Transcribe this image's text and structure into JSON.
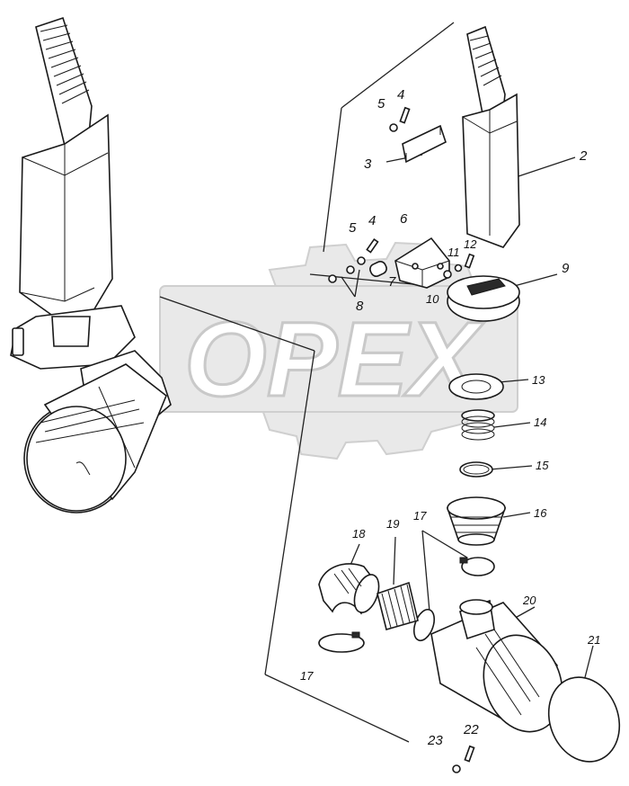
{
  "watermark": {
    "text": "OPEX"
  },
  "callouts": [
    {
      "id": "c1",
      "text": "2"
    },
    {
      "id": "c2",
      "text": "3"
    },
    {
      "id": "c3",
      "text": "4"
    },
    {
      "id": "c4",
      "text": "5"
    },
    {
      "id": "c5",
      "text": "4"
    },
    {
      "id": "c6",
      "text": "5"
    },
    {
      "id": "c7",
      "text": "6"
    },
    {
      "id": "c8",
      "text": "7"
    },
    {
      "id": "c9",
      "text": "8"
    },
    {
      "id": "c10",
      "text": "9"
    },
    {
      "id": "c11",
      "text": "10"
    },
    {
      "id": "c12",
      "text": "11"
    },
    {
      "id": "c13",
      "text": "12"
    },
    {
      "id": "c14",
      "text": "13"
    },
    {
      "id": "c15",
      "text": "14"
    },
    {
      "id": "c16",
      "text": "15"
    },
    {
      "id": "c17",
      "text": "16"
    },
    {
      "id": "c18",
      "text": "17"
    },
    {
      "id": "c19",
      "text": "18"
    },
    {
      "id": "c20",
      "text": "19"
    },
    {
      "id": "c21",
      "text": "20"
    },
    {
      "id": "c22",
      "text": "21"
    },
    {
      "id": "c23",
      "text": "17"
    },
    {
      "id": "c24",
      "text": "22"
    },
    {
      "id": "c25",
      "text": "23"
    }
  ]
}
